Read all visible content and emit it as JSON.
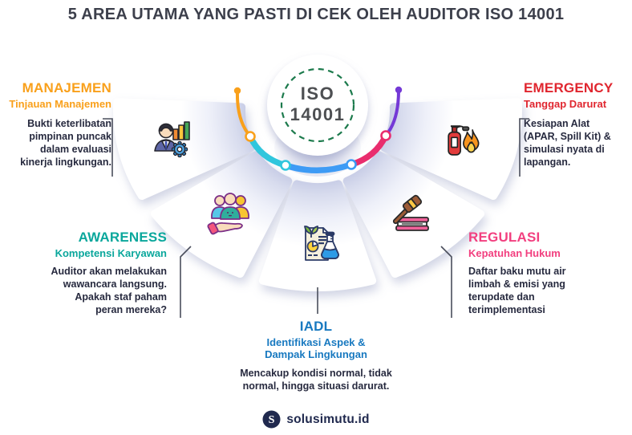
{
  "title": "5 AREA UTAMA YANG PASTI DI CEK OLEH AUDITOR ISO 14001",
  "center_badge": {
    "line1": "ISO",
    "line2": "14001",
    "dashed_ring_color": "#1C7A4C",
    "text_color": "#4D4F52"
  },
  "sections": [
    {
      "id": "manajemen",
      "heading": "MANAJEMEN",
      "subheading": "Tinjauan Manajemen",
      "body": "Bukti keterlibatan pimpinan puncak dalam evaluasi kinerja lingkungan.",
      "color": "#F9A01B",
      "icon": "businessman-chart-gear-icon"
    },
    {
      "id": "awareness",
      "heading": "AWARENESS",
      "subheading": "Kompetensi Karyawan",
      "body": "Auditor akan melakukan wawancara langsung. Apakah staf paham peran mereka?",
      "color": "#0AA79C",
      "icon": "employees-care-hand-icon"
    },
    {
      "id": "iadl",
      "heading": "IADL",
      "subheading": "Identifikasi Aspek & Dampak Lingkungan",
      "body": "Mencakup kondisi normal, tidak normal, hingga situasi darurat.",
      "color": "#1879C0",
      "icon": "environment-report-flask-icon"
    },
    {
      "id": "regulasi",
      "heading": "REGULASI",
      "subheading": "Kepatuhan Hukum",
      "body": "Daftar baku mutu air limbah & emisi yang terupdate dan terimplementasi",
      "color": "#F23F7F",
      "icon": "gavel-law-book-icon"
    },
    {
      "id": "emergency",
      "heading": "EMERGENCY",
      "subheading": "Tanggap Darurat",
      "body": "Kesiapan Alat (APAR, Spill Kit) & simulasi nyata di lapangan.",
      "color": "#E0262F",
      "icon": "fire-extinguisher-flame-icon"
    }
  ],
  "arc": {
    "segment_colors": [
      "#F9A01B",
      "#30C6DD",
      "#3E9BF5",
      "#E92D6E",
      "#7439D6"
    ]
  },
  "body_text_color": "#272A3F",
  "title_color": "#3C3F4B",
  "footer": {
    "brand": "solusimutu.id",
    "logo_color": "#20294E"
  }
}
